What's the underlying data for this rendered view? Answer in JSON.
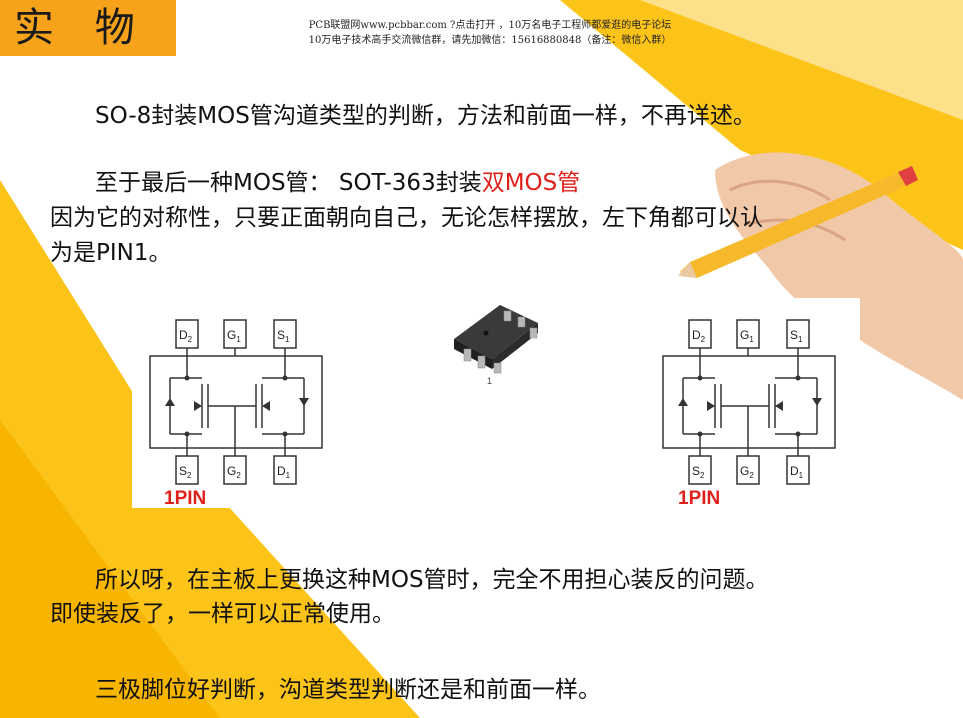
{
  "header": {
    "title": "实 物",
    "line1": "PCB联盟网www.pcbbar.com ?点击打开 ，10万名电子工程师都爱逛的电子论坛",
    "line2": "10万电子技术高手交流微信群，请先加微信：15616880848（备注：微信入群）"
  },
  "paragraphs": {
    "p1": "SO-8封装MOS管沟道类型的判断，方法和前面一样，不再详述。",
    "p2a": "至于最后一种MOS管： SOT-363封装",
    "p2b": "双MOS管",
    "p3": "因为它的对称性，只要正面朝向自己，无论怎样摆放，左下角都可以认",
    "p4": "为是PIN1。",
    "p5": "所以呀，在主板上更换这种MOS管时，完全不用担心装反的问题。",
    "p6": "即使装反了，一样可以正常使用。",
    "p7": "三极脚位好判断，沟道类型判断还是和前面一样。"
  },
  "diagram_left": {
    "top_pins": [
      {
        "main": "D",
        "sub": "2"
      },
      {
        "main": "G",
        "sub": "1"
      },
      {
        "main": "S",
        "sub": "1"
      }
    ],
    "bottom_pins": [
      {
        "main": "S",
        "sub": "2"
      },
      {
        "main": "G",
        "sub": "2"
      },
      {
        "main": "D",
        "sub": "1"
      }
    ],
    "pin1_label": "1PIN"
  },
  "diagram_right": {
    "top_pins": [
      {
        "main": "D",
        "sub": "2"
      },
      {
        "main": "G",
        "sub": "1"
      },
      {
        "main": "S",
        "sub": "1"
      }
    ],
    "bottom_pins": [
      {
        "main": "S",
        "sub": "2"
      },
      {
        "main": "G",
        "sub": "2"
      },
      {
        "main": "D",
        "sub": "1"
      }
    ],
    "pin1_label": "1PIN"
  },
  "chip": {
    "pin_label": "1"
  },
  "colors": {
    "accent_orange": "#f7a21b",
    "accent_yellow": "#fcc419",
    "pin_red": "#e0201b"
  }
}
